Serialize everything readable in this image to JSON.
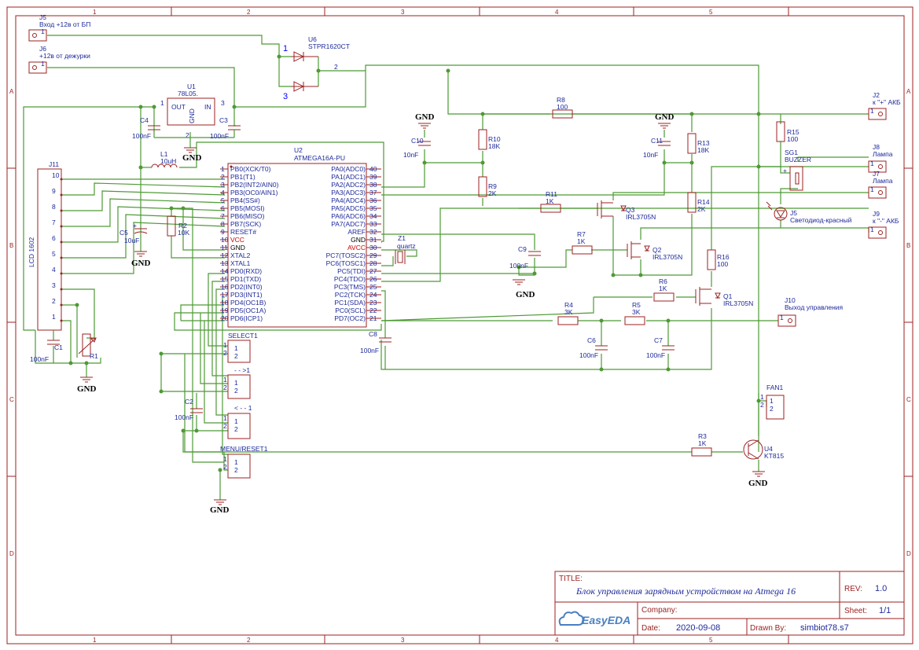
{
  "frame": {
    "col_labels": [
      "1",
      "2",
      "3",
      "4",
      "5"
    ],
    "row_labels": [
      "A",
      "B",
      "C",
      "D"
    ]
  },
  "title_block": {
    "title_label": "TITLE:",
    "title": "Блок управления зарядным устройством на Atmega 16",
    "rev_label": "REV:",
    "rev": "1.0",
    "company_label": "Company:",
    "company": "",
    "sheet_label": "Sheet:",
    "sheet": "1/1",
    "date_label": "Date:",
    "date": "2020-09-08",
    "drawn_label": "Drawn By:",
    "drawn_by": "simbiot78.s7",
    "logo_text": "EasyEDA"
  },
  "components": {
    "j5": {
      "ref": "J5",
      "desc": "Вход +12в от БП"
    },
    "j6": {
      "ref": "J6",
      "desc": "+12в от дежурки"
    },
    "u6": {
      "ref": "U6",
      "value": "STPR1620CT",
      "pin1": "1",
      "pin3": "3",
      "pin2": "2"
    },
    "u1": {
      "ref": "U1",
      "value": "78L05.",
      "out": "OUT",
      "in": "IN",
      "gnd": "GND",
      "p1": "1",
      "p2": "2",
      "p3": "3"
    },
    "c4": {
      "ref": "C4",
      "value": "100nF"
    },
    "c3": {
      "ref": "C3",
      "value": "100nF"
    },
    "l1": {
      "ref": "L1",
      "value": "10uH"
    },
    "c5": {
      "ref": "C5",
      "value": "10uF"
    },
    "r2": {
      "ref": "R2",
      "value": "10K"
    },
    "j11": {
      "ref": "J11",
      "value": "LCD 1602",
      "pins": [
        "10",
        "9",
        "8",
        "7",
        "6",
        "5",
        "4",
        "3",
        "2",
        "1"
      ]
    },
    "c1": {
      "ref": "C1",
      "value": "100nF"
    },
    "r1": {
      "ref": "R1"
    },
    "c2": {
      "ref": "C2",
      "value": "100nF"
    },
    "u2": {
      "ref": "U2",
      "value": "ATMEGA16A-PU",
      "left_pins": [
        {
          "n": "1",
          "name": "PB0(XCK/T0)"
        },
        {
          "n": "2",
          "name": "PB1(T1)"
        },
        {
          "n": "3",
          "name": "PB2(INT2/AIN0)"
        },
        {
          "n": "4",
          "name": "PB3(OC0/AIN1)"
        },
        {
          "n": "5",
          "name": "PB4(SS#)"
        },
        {
          "n": "6",
          "name": "PB5(MOSI)"
        },
        {
          "n": "7",
          "name": "PB6(MISO)"
        },
        {
          "n": "8",
          "name": "PB7(SCK)"
        },
        {
          "n": "9",
          "name": "RESET#"
        },
        {
          "n": "10",
          "name": "VCC"
        },
        {
          "n": "11",
          "name": "GND"
        },
        {
          "n": "12",
          "name": "XTAL2"
        },
        {
          "n": "13",
          "name": "XTAL1"
        },
        {
          "n": "14",
          "name": "PD0(RXD)"
        },
        {
          "n": "15",
          "name": "PD1(TXD)"
        },
        {
          "n": "16",
          "name": "PD2(INT0)"
        },
        {
          "n": "17",
          "name": "PD3(INT1)"
        },
        {
          "n": "18",
          "name": "PD4(OC1B)"
        },
        {
          "n": "19",
          "name": "PD5(OC1A)"
        },
        {
          "n": "20",
          "name": "PD6(ICP1)"
        }
      ],
      "right_pins": [
        {
          "n": "40",
          "name": "PA0(ADC0)"
        },
        {
          "n": "39",
          "name": "PA1(ADC1)"
        },
        {
          "n": "38",
          "name": "PA2(ADC2)"
        },
        {
          "n": "37",
          "name": "PA3(ADC3)"
        },
        {
          "n": "36",
          "name": "PA4(ADC4)"
        },
        {
          "n": "35",
          "name": "PA5(ADC5)"
        },
        {
          "n": "34",
          "name": "PA6(ADC6)"
        },
        {
          "n": "33",
          "name": "PA7(ADC7)"
        },
        {
          "n": "32",
          "name": "AREF"
        },
        {
          "n": "31",
          "name": "GND"
        },
        {
          "n": "30",
          "name": "AVCC"
        },
        {
          "n": "29",
          "name": "PC7(TOSC2)"
        },
        {
          "n": "28",
          "name": "PC6(TOSC1)"
        },
        {
          "n": "27",
          "name": "PC5(TDI)"
        },
        {
          "n": "26",
          "name": "PC4(TDO)"
        },
        {
          "n": "25",
          "name": "PC3(TMS)"
        },
        {
          "n": "24",
          "name": "PC2(TCK)"
        },
        {
          "n": "23",
          "name": "PC1(SDA)"
        },
        {
          "n": "22",
          "name": "PC0(SCL)"
        },
        {
          "n": "21",
          "name": "PD7(OC2)"
        }
      ]
    },
    "z1": {
      "ref": "Z1",
      "value": "quartz"
    },
    "c8": {
      "ref": "C8",
      "value": "100nF"
    },
    "c10": {
      "ref": "C10",
      "value": "10nF"
    },
    "r10": {
      "ref": "R10",
      "value": "18K"
    },
    "r9": {
      "ref": "R9",
      "value": "2K"
    },
    "r8": {
      "ref": "R8",
      "value": "100"
    },
    "c11": {
      "ref": "C11",
      "value": "10nF"
    },
    "r13": {
      "ref": "R13",
      "value": "18K"
    },
    "r14": {
      "ref": "R14",
      "value": "2K"
    },
    "r11": {
      "ref": "R11",
      "value": "1K"
    },
    "q3": {
      "ref": "Q3",
      "value": "IRL3705N"
    },
    "c9": {
      "ref": "C9",
      "value": "100nF"
    },
    "r7": {
      "ref": "R7",
      "value": "1K"
    },
    "q2": {
      "ref": "Q2",
      "value": "IRL3705N"
    },
    "r16": {
      "ref": "R16",
      "value": "100"
    },
    "r6": {
      "ref": "R6",
      "value": "1K"
    },
    "q1": {
      "ref": "Q1",
      "value": "IRL3705N"
    },
    "r4": {
      "ref": "R4",
      "value": "3K"
    },
    "r5": {
      "ref": "R5",
      "value": "3K"
    },
    "c6": {
      "ref": "C6",
      "value": "100nF"
    },
    "c7": {
      "ref": "C7",
      "value": "100nF"
    },
    "r15": {
      "ref": "R15",
      "value": "100"
    },
    "sg1": {
      "ref": "SG1",
      "value": "BUZZER",
      "plus": "+"
    },
    "led5": {
      "ref": "J5",
      "value": "Светодиод-красный"
    },
    "j2": {
      "ref": "J2",
      "desc": "к \"+\" АКБ"
    },
    "j8": {
      "ref": "J8",
      "desc": "Лампа"
    },
    "j7": {
      "ref": "J7",
      "desc": "Лампа"
    },
    "j9": {
      "ref": "J9",
      "desc": "к \"-\" АКБ"
    },
    "j10": {
      "ref": "J10",
      "desc": "Выход управления"
    },
    "fan1": {
      "ref": "FAN1"
    },
    "r3": {
      "ref": "R3",
      "value": "1K"
    },
    "u4": {
      "ref": "U4",
      "value": "KT815"
    },
    "sw_select": {
      "ref": "SELECT1"
    },
    "sw_next": {
      "ref": "- - >1"
    },
    "sw_prev": {
      "ref": "< - - 1"
    },
    "sw_menu": {
      "ref": "MENU/RESET1"
    }
  },
  "gnd_label": "GND"
}
